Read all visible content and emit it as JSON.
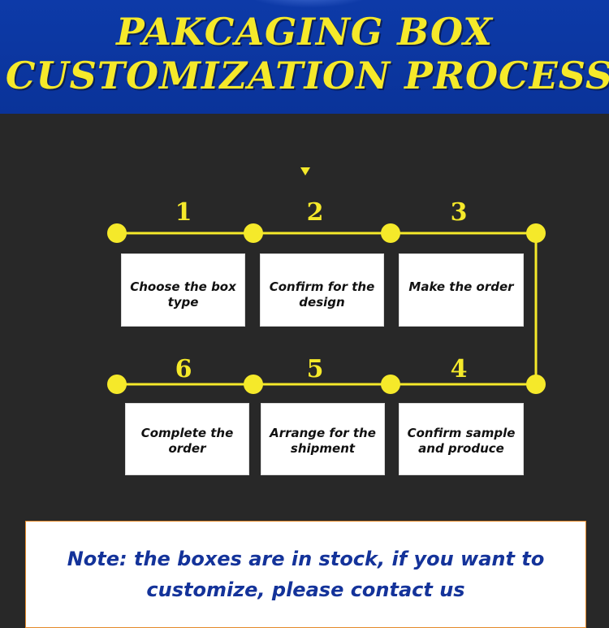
{
  "header": {
    "title_line1": "PAKCAGING BOX",
    "title_line2": "CUSTOMIZATION PROCESS"
  },
  "steps": [
    {
      "number": "1",
      "label": "Choose the box type"
    },
    {
      "number": "2",
      "label": "Confirm for the design"
    },
    {
      "number": "3",
      "label": "Make the order"
    },
    {
      "number": "4",
      "label": "Confirm sample and produce"
    },
    {
      "number": "5",
      "label": "Arrange for the shipment"
    },
    {
      "number": "6",
      "label": "Complete the order"
    }
  ],
  "note": {
    "text": "Note: the boxes are in stock, if you want to customize, please contact us"
  },
  "colors": {
    "header_bg": "#0d3aa8",
    "accent_yellow": "#f5e92a",
    "page_bg": "#282828",
    "note_text": "#14339a",
    "note_border": "#e48a2a"
  }
}
